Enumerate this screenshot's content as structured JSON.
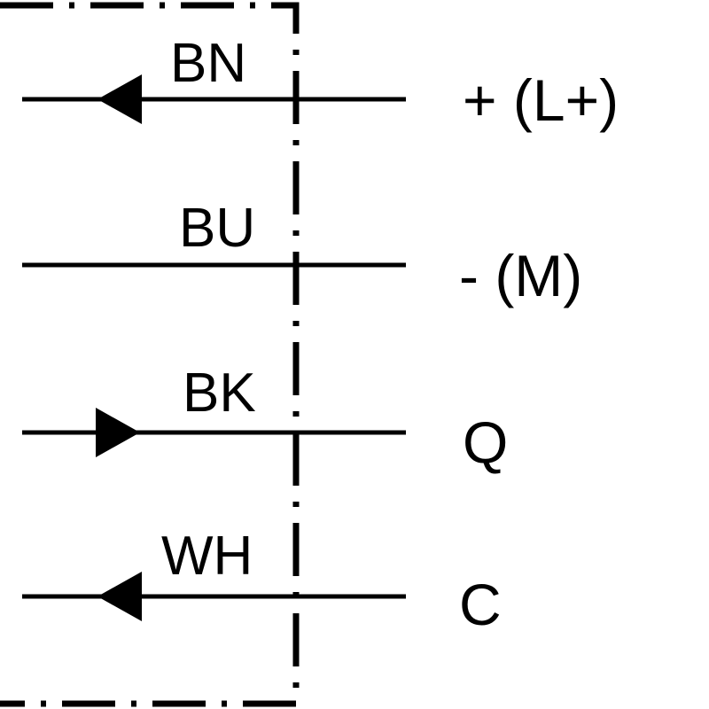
{
  "wires": [
    {
      "color_code": "BN",
      "signal": "+ (L+)",
      "arrow": "left"
    },
    {
      "color_code": "BU",
      "signal": "- (M)",
      "arrow": "none"
    },
    {
      "color_code": "BK",
      "signal": "Q",
      "arrow": "right"
    },
    {
      "color_code": "WH",
      "signal": "C",
      "arrow": "left"
    }
  ],
  "colors": {
    "line": "#000000",
    "background": "#ffffff"
  }
}
